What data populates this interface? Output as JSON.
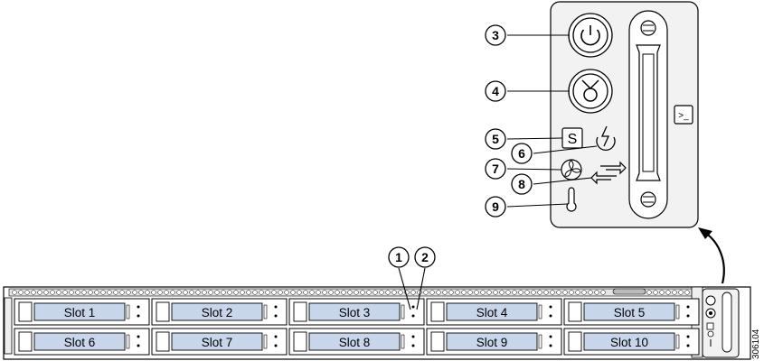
{
  "callouts": [
    "1",
    "2",
    "3",
    "4",
    "5",
    "6",
    "7",
    "8",
    "9"
  ],
  "figure_number": "306104",
  "slots": [
    "Slot 1",
    "Slot 2",
    "Slot 3",
    "Slot 4",
    "Slot 5",
    "Slot 6",
    "Slot 7",
    "Slot 8",
    "Slot 9",
    "Slot 10"
  ],
  "panel": {
    "status_led_letter": "S",
    "console_symbol": ">_"
  },
  "colors": {
    "line": "#000000",
    "panel_fill": "#f2f2f2",
    "slot_label_fill": "#c8d6ec",
    "bezel_fill": "#e6e6e6"
  }
}
